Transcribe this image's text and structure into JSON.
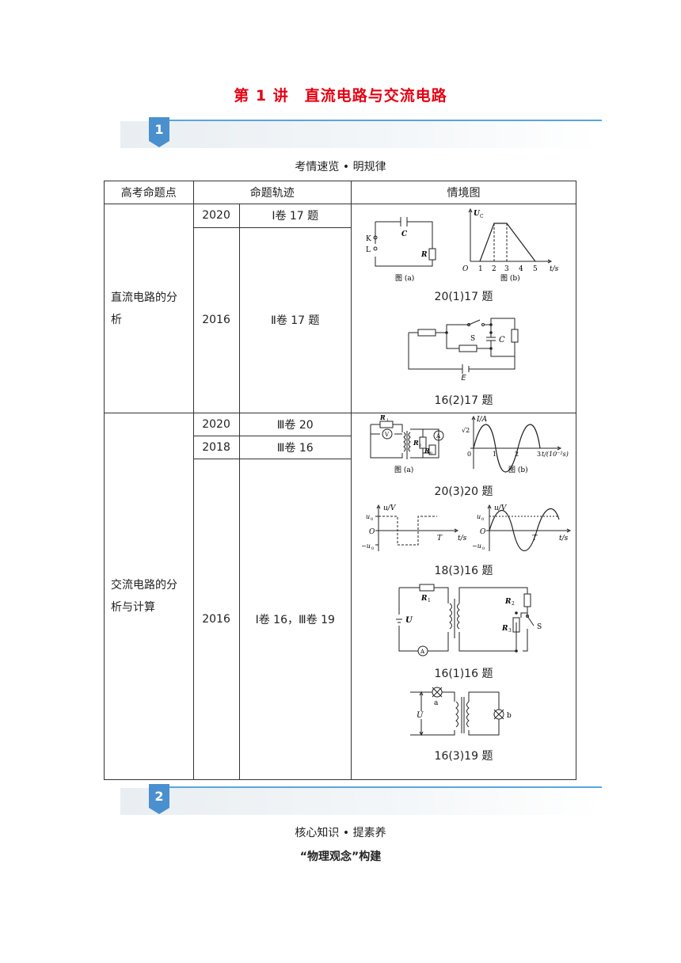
{
  "title": "第 1 讲　直流电路与交流电路",
  "section1": {
    "number": "1",
    "caption": "考情速览 • 明规律"
  },
  "table": {
    "headers": [
      "高考命题点",
      "命题轨迹",
      "情境图"
    ],
    "groups": [
      {
        "topic": "直流电路的分析",
        "rows": [
          {
            "year": "2020",
            "track": "Ⅰ卷 17 题"
          },
          {
            "year": "2016",
            "track": "Ⅱ卷 17 题"
          }
        ],
        "figures": [
          {
            "caption": "20(1)17 题",
            "labels": [
              "K",
              "L",
              "C",
              "R",
              "图 (a)",
              "U",
              "C",
              "O",
              "1",
              "2",
              "3",
              "4",
              "5",
              "t/s",
              "图 (b)"
            ]
          },
          {
            "caption": "16(2)17 题",
            "labels": [
              "S",
              "C",
              "E"
            ]
          }
        ]
      },
      {
        "topic": "交流电路的分析与计算",
        "rows": [
          {
            "year": "2020",
            "track": "Ⅲ卷 20"
          },
          {
            "year": "2018",
            "track": "Ⅲ卷 16"
          },
          {
            "year": "2016",
            "track": "Ⅰ卷 16，Ⅲ卷 19"
          }
        ],
        "figures": [
          {
            "caption": "20(3)20 题",
            "labels": [
              "R",
              "1",
              "V",
              "R",
              "2",
              "A",
              "R",
              "3",
              "图 (a)",
              "I/A",
              "√2",
              "0",
              "1",
              "2",
              "3",
              "t/(10⁻²s)",
              "图 (b)"
            ]
          },
          {
            "caption": "18(3)16 题",
            "labels": [
              "u/V",
              "u",
              "0",
              "O",
              "T",
              "t/s",
              "−u",
              "0",
              "u/V",
              "u",
              "0",
              "O",
              "T",
              "t/s",
              "−u",
              "0"
            ]
          },
          {
            "caption": "16(1)16 题",
            "labels": [
              "R",
              "1",
              "U",
              "A",
              "R",
              "2",
              "R",
              "3",
              "S"
            ]
          },
          {
            "caption": "16(3)19 题",
            "labels": [
              "a",
              "U",
              "b"
            ]
          }
        ]
      }
    ]
  },
  "section2": {
    "number": "2",
    "caption": "核心知识 • 提素养",
    "subheading": "“物理观念”构建"
  },
  "colors": {
    "title": "#e60012",
    "accent": "#5aa6dd",
    "tab": "#4a90cf"
  }
}
